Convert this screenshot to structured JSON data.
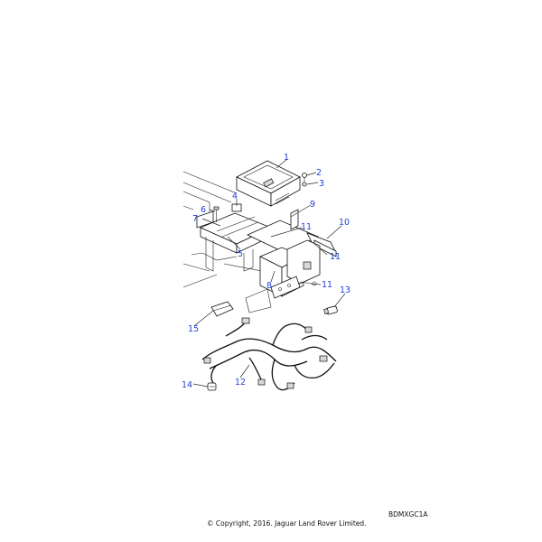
{
  "diagram": {
    "callouts": [
      {
        "label": "1"
      },
      {
        "label": "2"
      },
      {
        "label": "3"
      },
      {
        "label": "4"
      },
      {
        "label": "5"
      },
      {
        "label": "6"
      },
      {
        "label": "7"
      },
      {
        "label": "8"
      },
      {
        "label": "9"
      },
      {
        "label": "10"
      },
      {
        "label": "11"
      },
      {
        "label": "11"
      },
      {
        "label": "11"
      },
      {
        "label": "12"
      },
      {
        "label": "13"
      },
      {
        "label": "14"
      },
      {
        "label": "15"
      }
    ],
    "callout_color": "#1f3fd6"
  },
  "footer": {
    "reference_code": "BDMXGC1A",
    "copyright": "© Copyright, 2016. Jaguar Land Rover Limited."
  }
}
